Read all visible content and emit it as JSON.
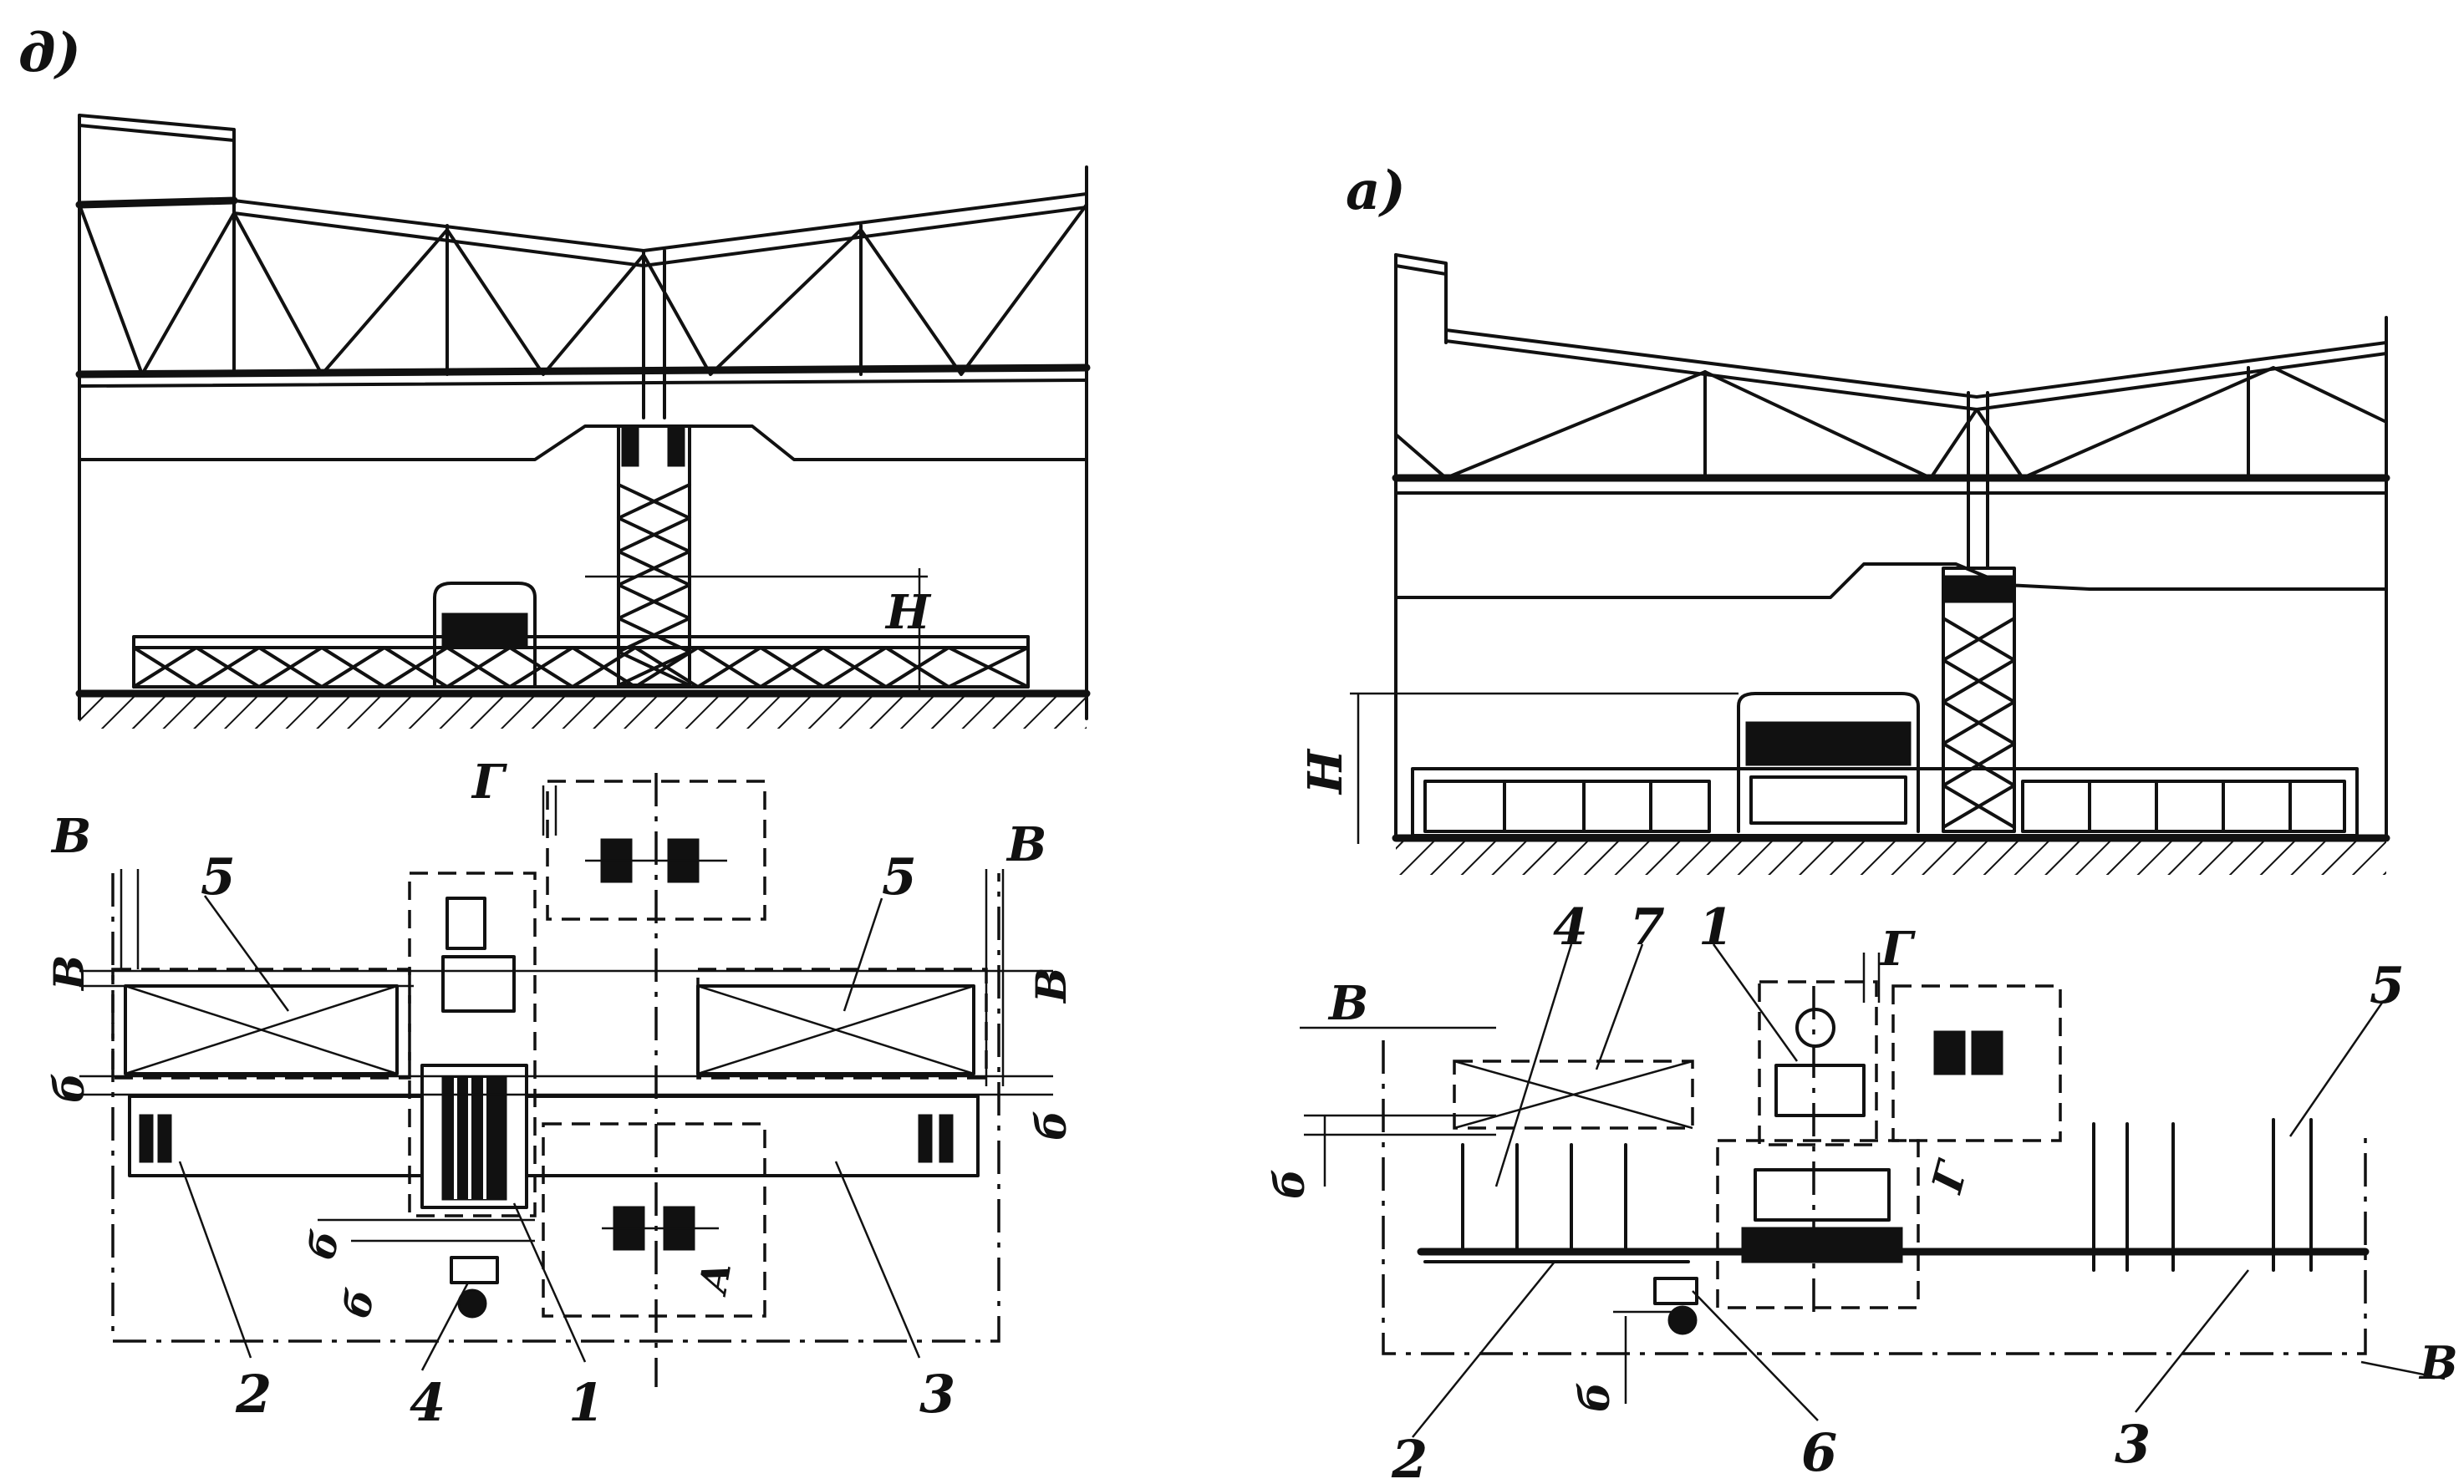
{
  "left_figure": {
    "panel_label": "д)",
    "section_labels": {
      "height": "Н"
    },
    "plan_labels": {
      "b_top_left": "В",
      "b_left_upper": "В",
      "b_left_lower": "б",
      "b_right_top": "В",
      "b_right_upper": "В",
      "b_right_lower": "б",
      "g_top": "Г",
      "b_mid": "б",
      "b_low": "б",
      "a_mid": "А"
    },
    "callouts": [
      "5",
      "5",
      "2",
      "4",
      "1",
      "3"
    ]
  },
  "right_figure": {
    "panel_label": "а)",
    "section_labels": {
      "height": "Н"
    },
    "plan_labels": {
      "b_left": "В",
      "b_vert": "б",
      "g_top": "Г",
      "g_right": "Г",
      "b_bottom": "б",
      "b_right": "В"
    },
    "callouts": [
      "4",
      "7",
      "1",
      "5",
      "2",
      "6",
      "3"
    ]
  }
}
